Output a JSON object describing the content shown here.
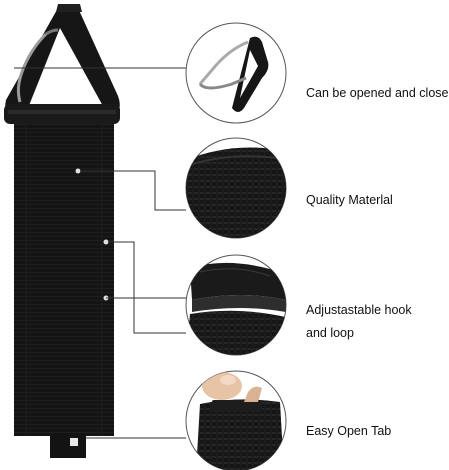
{
  "features": [
    {
      "key": "clip",
      "lines": [
        "Can be opened and closed"
      ]
    },
    {
      "key": "material",
      "lines": [
        "Quality Materlal"
      ]
    },
    {
      "key": "hook_loop",
      "lines": [
        "Adjustastable hook",
        "and loop"
      ]
    },
    {
      "key": "tab",
      "lines": [
        "Easy Open Tab"
      ]
    }
  ],
  "colors": {
    "strap": "#121212",
    "clip": "#161616",
    "leader": "#333333",
    "background": "#ffffff"
  },
  "icons": {
    "product": "velcro-strap-hanger-with-carabiner",
    "detail_1": "carabiner-clip",
    "detail_2": "nylon-webbing-texture",
    "detail_3": "hook-and-loop-fastener",
    "detail_4": "finger-pulling-tab"
  }
}
